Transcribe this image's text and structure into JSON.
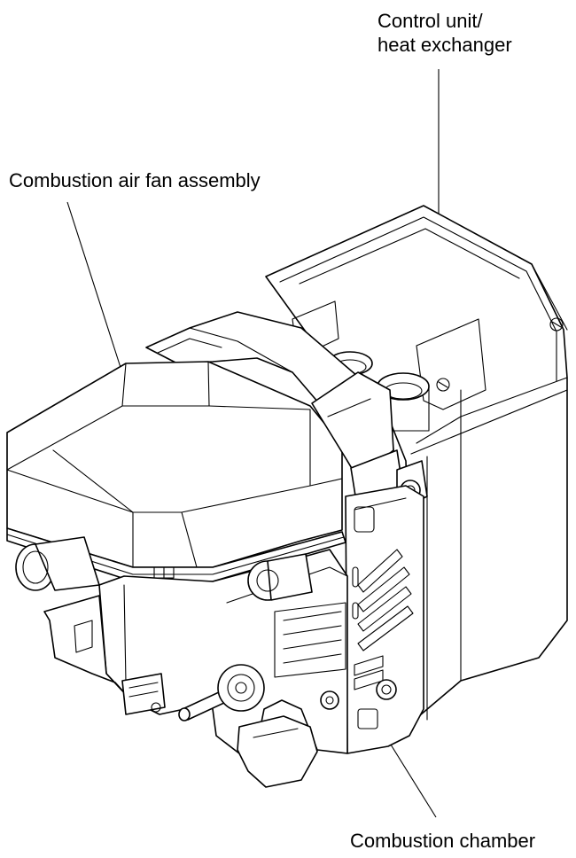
{
  "labels": {
    "control_unit_line1": "Control unit/",
    "control_unit_line2": "heat exchanger",
    "fan_assembly": "Combustion air fan assembly",
    "combustion_chamber": "Combustion chamber"
  }
}
